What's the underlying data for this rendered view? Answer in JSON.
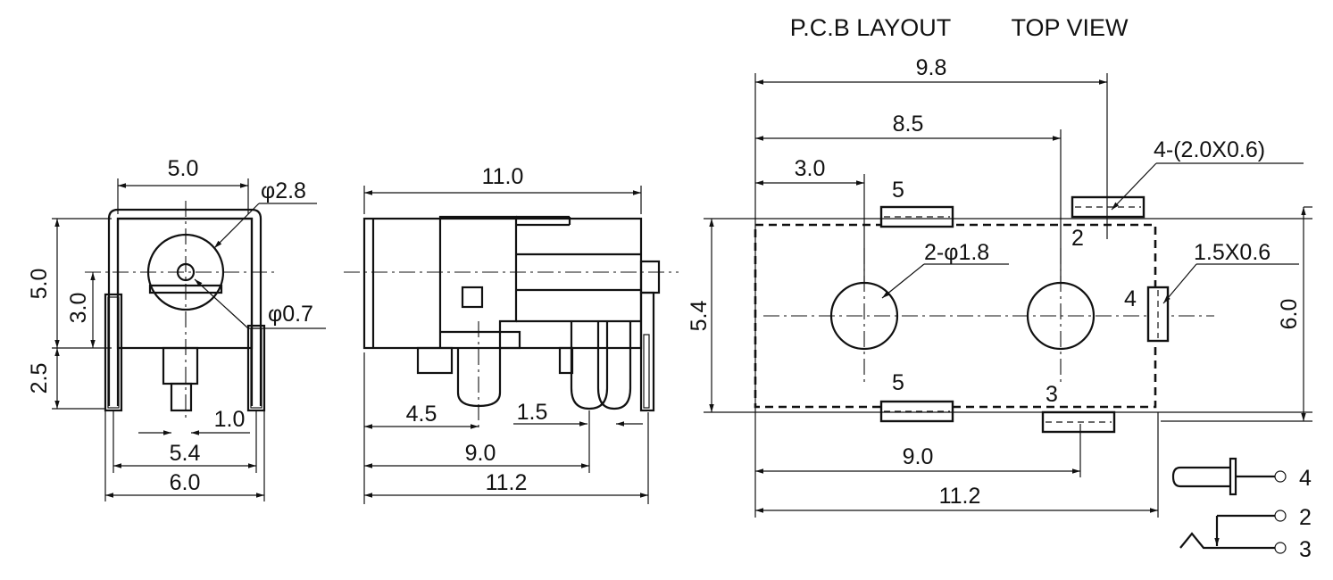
{
  "header": {
    "pcb_layout": "P.C.B LAYOUT",
    "top_view": "TOP VIEW"
  },
  "front_view": {
    "dim_width_top": "5.0",
    "dim_hole_dia": "φ2.8",
    "dim_height": "5.0",
    "dim_center_height": "3.0",
    "dim_pin_length": "2.5",
    "dim_pin_dia": "φ0.7",
    "dim_pin_width": "1.0",
    "dim_pin_spacing": "5.4",
    "dim_total_width": "6.0"
  },
  "side_view": {
    "dim_body_length": "11.0",
    "dim_pin_a": "4.5",
    "dim_pin_b": "1.5",
    "dim_pin_c": "9.0",
    "dim_total_length": "11.2"
  },
  "pcb_view": {
    "dim_9_8": "9.8",
    "dim_8_5": "8.5",
    "dim_3_0": "3.0",
    "pad_callout": "4-(2.0X0.6)",
    "hole_callout": "2-φ1.8",
    "slot_callout": "1.5X0.6",
    "dim_5_4": "5.4",
    "dim_6_0": "6.0",
    "dim_9_0": "9.0",
    "dim_11_2": "11.2",
    "pin_5_top": "5",
    "pin_2": "2",
    "pin_4": "4",
    "pin_5_bottom": "5",
    "pin_3": "3"
  },
  "schematic": {
    "pin_4": "4",
    "pin_2": "2",
    "pin_3": "3"
  }
}
